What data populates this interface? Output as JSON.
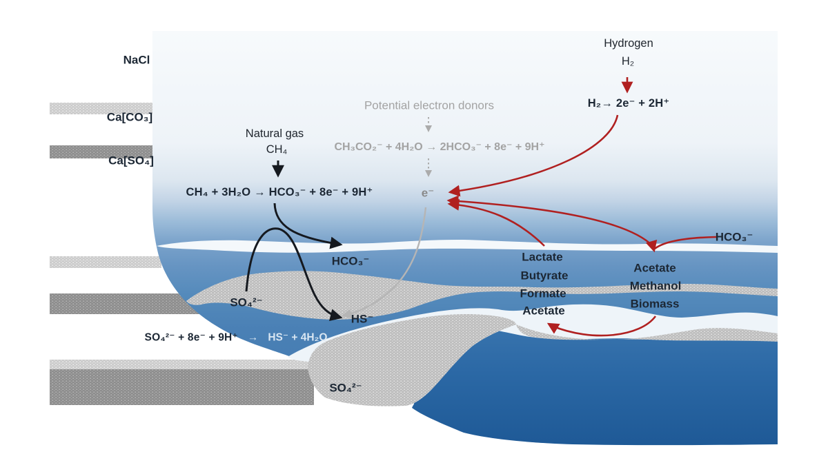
{
  "strata": {
    "salt_label": "NaCl",
    "carbonate_label": "Ca[CO₃]",
    "anhydrite_label": "Ca[SO₄]"
  },
  "hydrogen": {
    "title": "Hydrogen",
    "formula": "H₂",
    "equation": "H₂→ 2e⁻ + 2H⁺"
  },
  "natural_gas": {
    "title": "Natural gas",
    "formula": "CH₄",
    "equation": "CH₄ + 3H₂O → HCO₃⁻ + 8e⁻ + 9H⁺"
  },
  "electron_donors": {
    "title": "Potential electron donors",
    "equation": "CH₃CO₂⁻ + 4H₂O → 2HCO₃⁻ + 8e⁻ + 9H⁺",
    "electron": "e⁻"
  },
  "sulfate_reduction": {
    "reactants": "SO₄²⁻ + 8e⁻ + 9H⁺",
    "arrow": "→",
    "products": "HS⁻ + 4H₂O"
  },
  "species": {
    "hco3_mid": "HCO₃⁻",
    "hco3_right": "HCO₃⁻",
    "so4_upper": "SO₄²⁻",
    "so4_lower": "SO₄²⁻",
    "hs": "HS⁻"
  },
  "fermentation_products": [
    "Lactate",
    "Butyrate",
    "Formate",
    "Acetate"
  ],
  "synthesis_products": [
    "Acetate",
    "Methanol",
    "Biomass"
  ],
  "colors": {
    "accent_red": "#b02020",
    "ink_dark": "#1c2734",
    "muted_gray": "#a3a3a3",
    "water_mid": "#5d8cbc",
    "water_deep": "#1e5996",
    "rock_light": "#cbcbcb",
    "rock_dark": "#8d8d8d",
    "sediment": "#bdbdbd",
    "text_light": "#d9e6f2"
  }
}
